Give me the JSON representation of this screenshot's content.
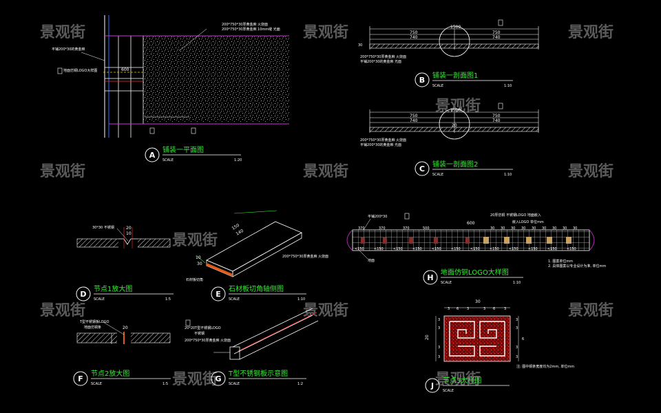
{
  "watermark": "景观街",
  "details": {
    "A": {
      "letter": "A",
      "title": "铺装一平面图",
      "scale_label": "SCALE",
      "scale": "1:20",
      "notes": [
        "200*750*30厚黄金麻 火烧面",
        "200*750*30厚黄金麻 10mm缝 光面",
        "平铺200*30的黄金麻",
        "地面仿铜LOGO大样图"
      ],
      "dim": "600"
    },
    "B": {
      "letter": "B",
      "title": "铺装一剖面图1",
      "scale_label": "SCALE",
      "scale": "1:10",
      "dims": [
        "1500",
        "750",
        "740",
        "750",
        "740",
        "30"
      ],
      "notes": [
        "200*750*30厚黄金麻 火烧面",
        "平铺200*30的黄金麻 光面"
      ]
    },
    "C": {
      "letter": "C",
      "title": "铺装一剖面图2",
      "scale_label": "SCALE",
      "scale": "1:10",
      "dims": [
        "1500",
        "750",
        "740",
        "750",
        "740",
        "20"
      ],
      "notes": [
        "200*750*30厚黄金麻 火烧面",
        "平铺200*30的黄金麻 光面"
      ]
    },
    "D": {
      "letter": "D",
      "title": "节点1放大图",
      "scale_label": "SCALE",
      "scale": "1:5",
      "dims": [
        "20",
        "10"
      ],
      "notes": [
        "30*30 不锈钢"
      ]
    },
    "E": {
      "letter": "E",
      "title": "石材板切角轴侧图",
      "scale_label": "SCALE",
      "scale": "1:10",
      "dims": [
        "150",
        "140",
        "10",
        "30"
      ],
      "notes": [
        "200*750*30厚黄金麻 火烧面",
        "石材板切角"
      ]
    },
    "F": {
      "letter": "F",
      "title": "节点2放大图",
      "scale_label": "SCALE",
      "scale": "1:5",
      "dims": [
        "20"
      ],
      "notes": [
        "T型不锈钢板LOGO",
        "地面仿铜条"
      ]
    },
    "G": {
      "letter": "G",
      "title": "T型不锈钢板示意图",
      "scale_label": "SCALE",
      "scale": "1:2",
      "notes": [
        "20*20T型不锈钢LOGO",
        "不锈钢",
        "200*750*30厚黄金麻 火烧面"
      ]
    },
    "H": {
      "letter": "H",
      "title": "地面仿铜LOGO大样图",
      "scale_label": "SCALE",
      "scale": "1:10",
      "dim_top": [
        "370",
        "370",
        "370",
        "500"
      ],
      "dim_mid": [
        "30",
        "30",
        "30",
        "30",
        "30",
        "30",
        "30",
        "30",
        "30"
      ],
      "dim_bot": [
        "<150",
        "<150",
        "<150",
        "<150",
        "<150",
        "<150",
        "<150",
        "<150",
        "<150",
        "<150",
        "<150",
        "<150"
      ],
      "notes": [
        "平铺200*30",
        "20厚仿铜 不锈钢LOGO 地面嵌入",
        "嵌入LOGO 单位mm",
        "地面",
        "1. 图案单位mm",
        "2. 具体图案以专业设计为准, 单位mm"
      ],
      "dim": "600"
    },
    "J": {
      "letter": "J",
      "title": "节点3大样图",
      "scale_label": "SCALE",
      "scale": "",
      "dims_top": [
        "30",
        "3",
        "6",
        "3",
        "3",
        "6",
        "3"
      ],
      "dims_left": [
        "3",
        "3",
        "3",
        "3"
      ],
      "dims_right": [
        "3",
        "3",
        "3",
        "3"
      ],
      "dims_height": [
        "20",
        "6"
      ],
      "notes": [
        "注: 图中铜条宽度均为2mm, 单位mm"
      ]
    }
  }
}
